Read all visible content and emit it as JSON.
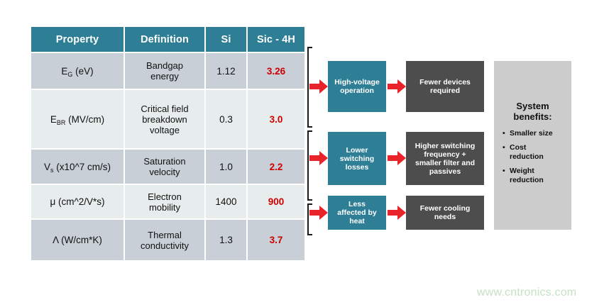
{
  "colors": {
    "teal": "#2e7f96",
    "dark_gray": "#4d4d4d",
    "light_gray_panel": "#cccccc",
    "row_dark": "#c9cfd6",
    "row_light": "#e7ecec",
    "red_value": "#cc0000",
    "arrow_red": "#e8242a",
    "watermark": "#c5e3c0"
  },
  "table": {
    "headers": {
      "property": "Property",
      "definition": "Definition",
      "si": "Si",
      "sic": "Sic - 4H"
    },
    "rows": [
      {
        "property_main": "E",
        "property_sub": "G",
        "property_tail": " (eV)",
        "definition": "Bandgap\nenergy",
        "si": "1.12",
        "sic": "3.26"
      },
      {
        "property_main": "E",
        "property_sub": "BR",
        "property_tail": " (MV/cm)",
        "definition": "Critical field\nbreakdown\nvoltage",
        "si": "0.3",
        "sic": "3.0"
      },
      {
        "property_main": "V",
        "property_sub": "s",
        "property_tail": " (x10^7 cm/s)",
        "definition": "Saturation\nvelocity",
        "si": "1.0",
        "sic": "2.2"
      },
      {
        "property_main": "μ (cm^2/V*s)",
        "property_sub": "",
        "property_tail": "",
        "definition": "Electron\nmobility",
        "si": "1400",
        "sic": "900"
      },
      {
        "property_main": "Λ (W/cm*K)",
        "property_sub": "",
        "property_tail": "",
        "definition": "Thermal\nconductivity",
        "si": "1.3",
        "sic": "3.7"
      }
    ]
  },
  "flow": {
    "groups": [
      {
        "cause": "High-voltage\noperation",
        "effect": "Fewer devices\nrequired"
      },
      {
        "cause": "Lower\nswitching\nlosses",
        "effect": "Higher switching\nfrequency +\nsmaller filter and\npassives"
      },
      {
        "cause": "Less\naffected by\nheat",
        "effect": "Fewer cooling\nneeds"
      }
    ]
  },
  "benefits": {
    "title": "System\nbenefits:",
    "items": [
      "Smaller size",
      "Cost\nreduction",
      "Weight\nreduction"
    ]
  },
  "watermark": {
    "text": "www.cntronics.com"
  }
}
